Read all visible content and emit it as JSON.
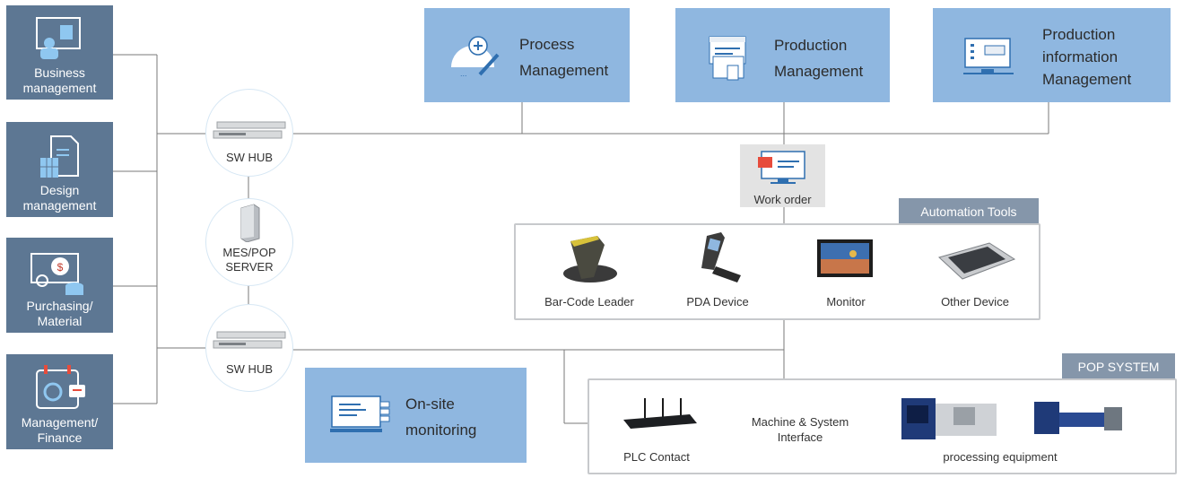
{
  "left_modules": [
    {
      "label": "Business\nmanagement",
      "icon": "business-icon"
    },
    {
      "label": "Design\nmanagement",
      "icon": "design-icon"
    },
    {
      "label": "Purchasing/\nMaterial",
      "icon": "purchasing-icon"
    },
    {
      "label": "Management/\nFinance",
      "icon": "finance-icon"
    }
  ],
  "top_modules": [
    {
      "label": "Process\nManagement",
      "icon": "process-icon"
    },
    {
      "label": "Production\nManagement",
      "icon": "production-icon"
    },
    {
      "label": "Production\ninformation\nManagement",
      "icon": "production-info-icon"
    }
  ],
  "hubs": {
    "hub1": "SW HUB",
    "server": "MES/POP\nSERVER",
    "hub2": "SW HUB"
  },
  "work_order": "Work order",
  "automation": {
    "title": "Automation Tools",
    "devices": [
      "Bar-Code Leader",
      "PDA Device",
      "Monitor",
      "Other Device"
    ]
  },
  "onsite": "On-site\nmonitoring",
  "pop": {
    "title": "POP SYSTEM",
    "plc": "PLC Contact",
    "interface": "Machine & System\nInterface",
    "equipment": "processing equipment"
  },
  "colors": {
    "left_box": "#5d7793",
    "top_box": "#8fb7e0",
    "tab": "#8596aa"
  }
}
